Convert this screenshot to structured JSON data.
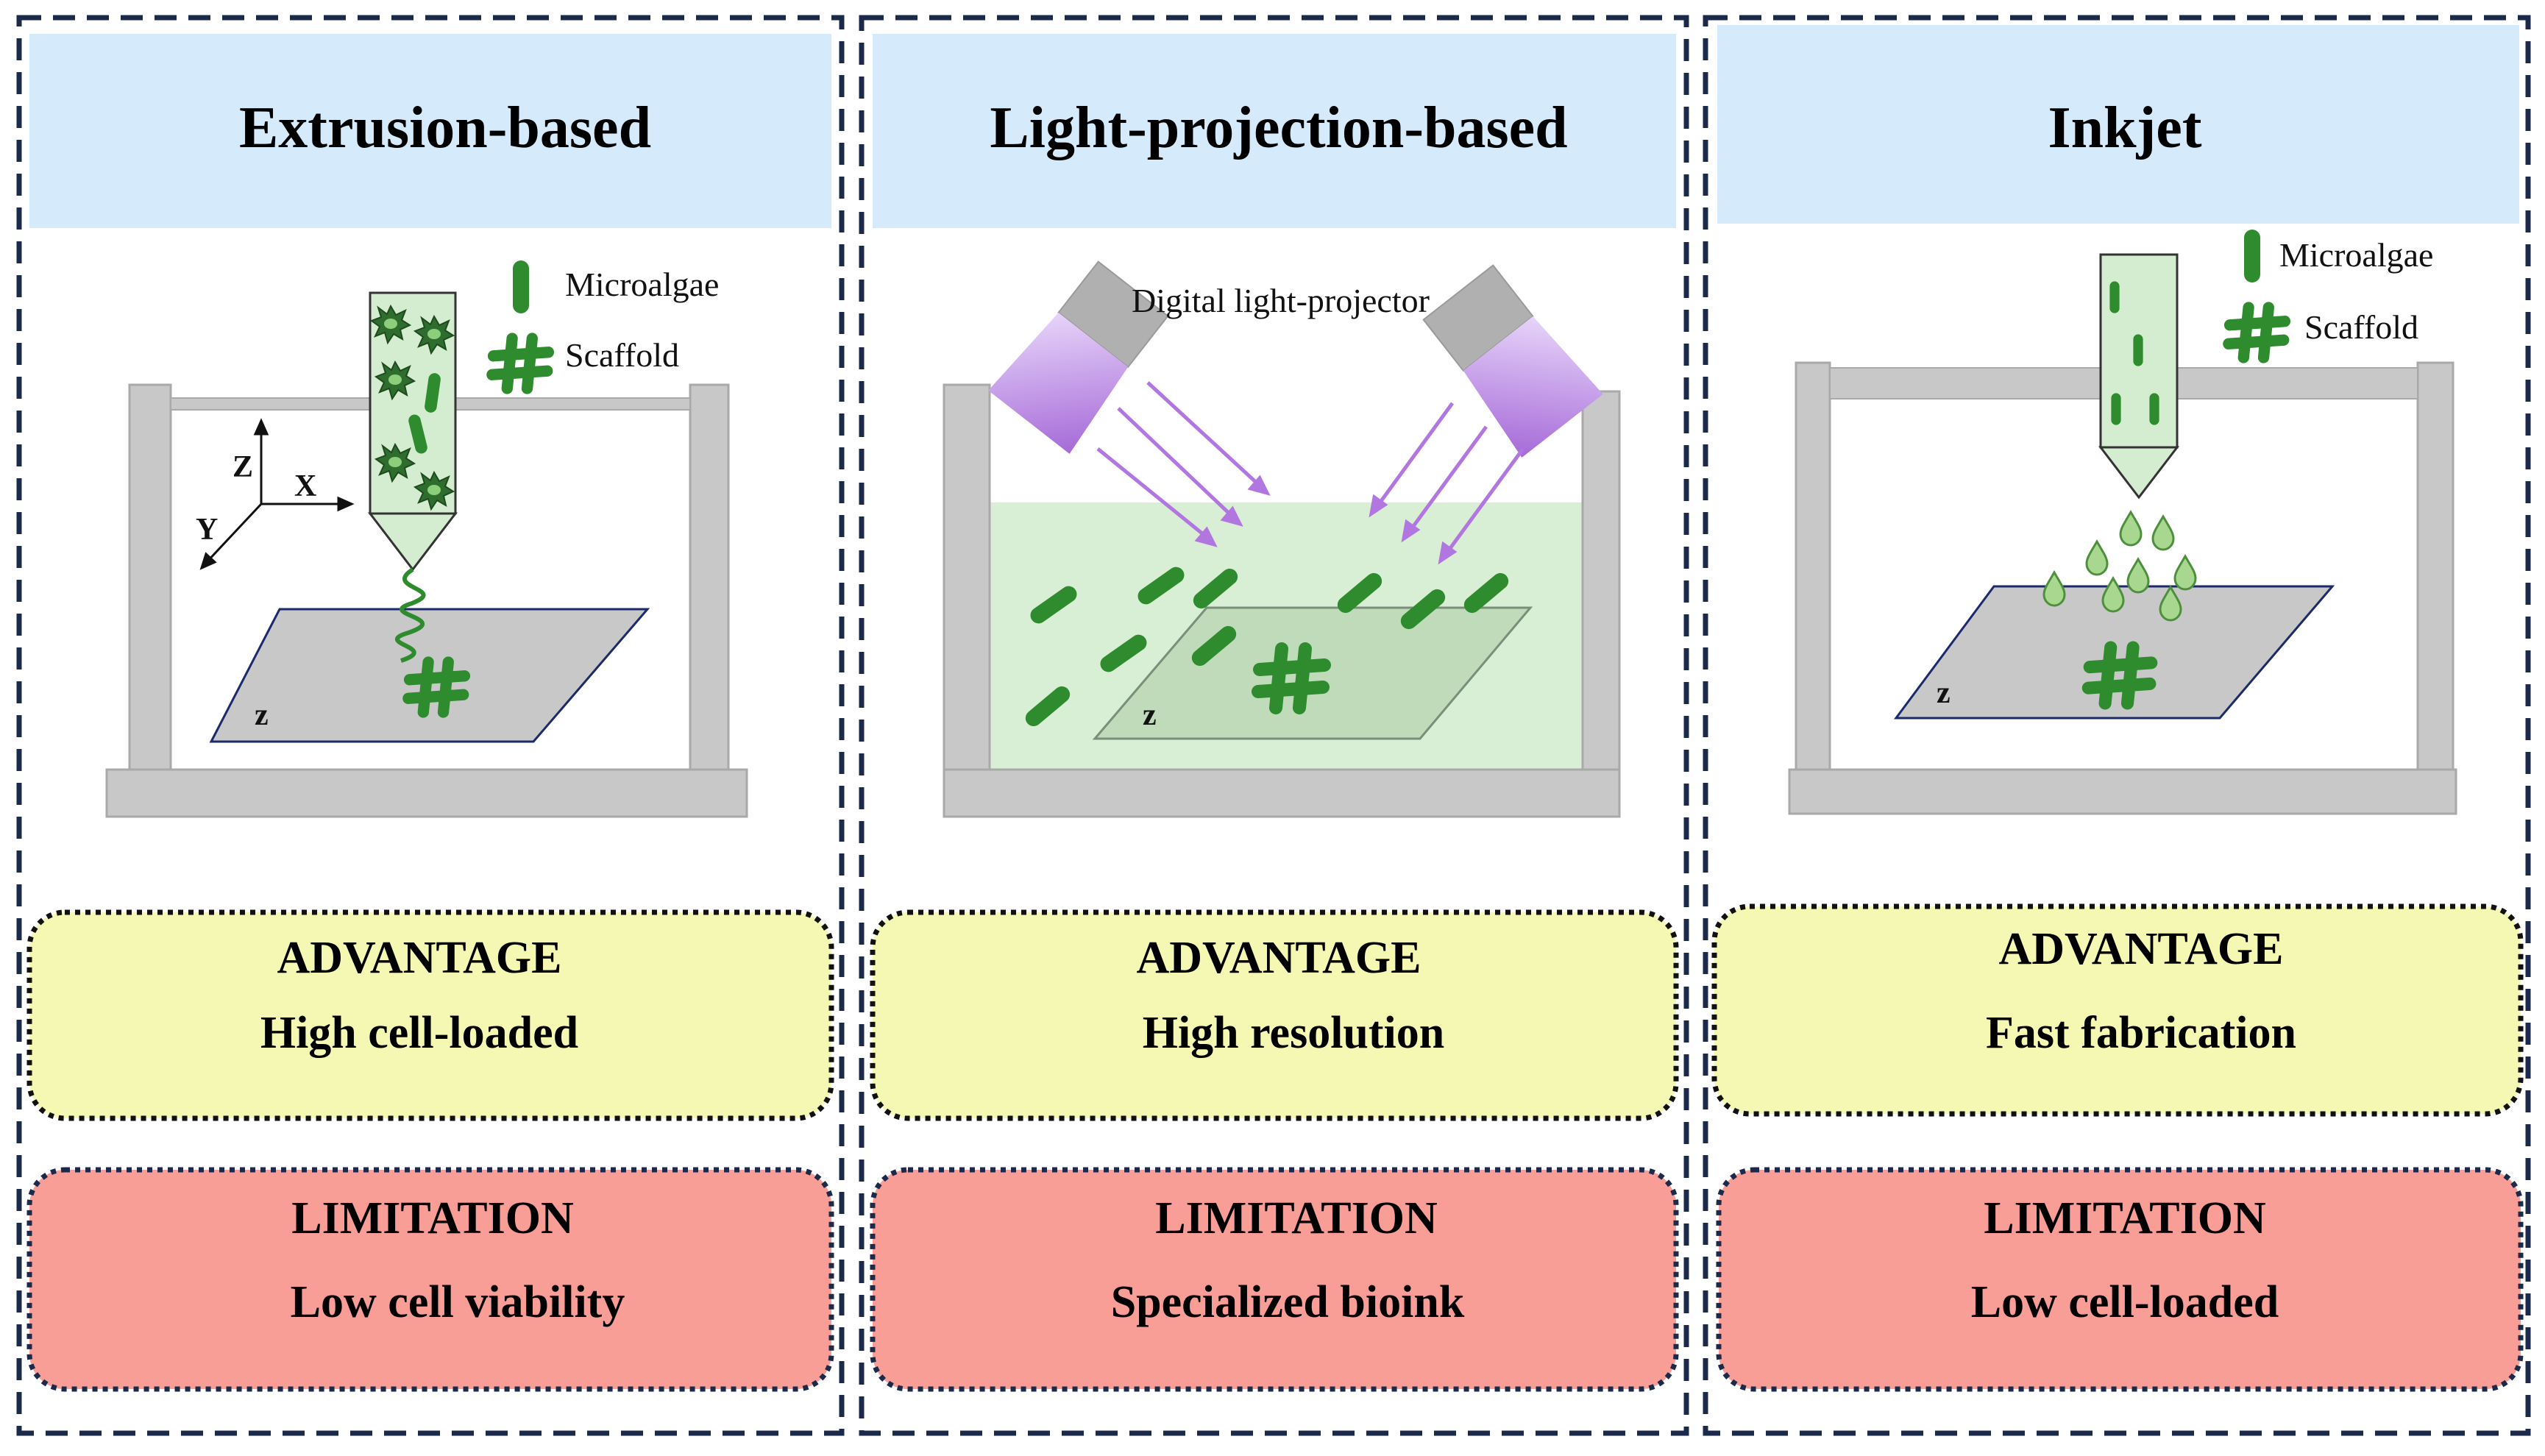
{
  "panels": [
    {
      "title": "Extrusion-based",
      "legend": {
        "cell": "Microalgae",
        "scaffold": "Scaffold"
      },
      "axes": {
        "z": "Z",
        "x": "X",
        "y": "Y"
      },
      "platform_label": "z",
      "advantage": {
        "heading": "ADVANTAGE",
        "text": "High cell-loaded"
      },
      "limitation": {
        "heading": "LIMITATION",
        "text": "Low cell viability"
      }
    },
    {
      "title": "Light-projection-based",
      "projector_label": "Digital light-projector",
      "platform_label": "z",
      "advantage": {
        "heading": "ADVANTAGE",
        "text": "High resolution"
      },
      "limitation": {
        "heading": "LIMITATION",
        "text": "Specialized bioink"
      }
    },
    {
      "title": "Inkjet",
      "legend": {
        "cell": "Microalgae",
        "scaffold": "Scaffold"
      },
      "platform_label": "z",
      "advantage": {
        "heading": "ADVANTAGE",
        "text": "Fast fabrication"
      },
      "limitation": {
        "heading": "LIMITATION",
        "text": "Low cell-loaded"
      }
    }
  ],
  "colors": {
    "title_bg": "#d5ebfb",
    "advantage_bg": "#f5f8b2",
    "limitation_bg": "#f89e96",
    "frame_gray": "#c8c8c8",
    "frame_stroke": "#a9a9a9",
    "algae_green": "#2e8b2e",
    "bath_green": "#d9efd5",
    "light_purple": "#b276e0",
    "panel_border": "#1b2a4a"
  }
}
